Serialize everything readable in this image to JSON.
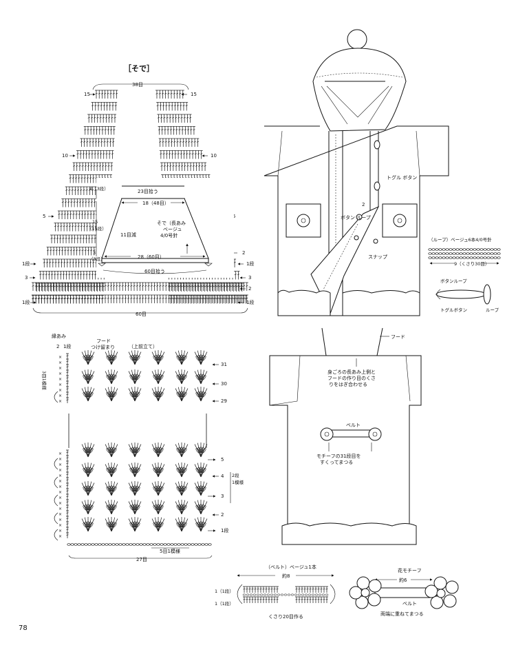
{
  "page_number": "78",
  "sleeve": {
    "heading": "［そで］",
    "top_count": "38目",
    "bottom_count": "60目",
    "row_labels_left": [
      "15",
      "10",
      "5",
      "1段",
      "3",
      "1段"
    ],
    "row_labels_right": [
      "15",
      "10",
      "5",
      "2",
      "1段",
      "3",
      "2",
      "1段"
    ],
    "schematic": {
      "top_pick": "23目拾う",
      "top_width": "18（48目）",
      "upper_height": "4（3段）",
      "mid_height": "15",
      "mid_rows": "（15段）",
      "low_height": "3",
      "low_rows": "（3段）",
      "decrease": "11目減",
      "title_l1": "そで（長あみ",
      "title_l2": "ベージュ",
      "title_l3": "4/0号針",
      "bottom_width": "28（60目）",
      "bottom_pick": "60目拾う"
    }
  },
  "body_chart": {
    "edge_label": "縁あみ",
    "edge_rows": [
      "2",
      "1段"
    ],
    "hood_l1": "フード",
    "hood_l2": "つけ留まり",
    "front_edge": "（上前立て）",
    "repeat_top": "3目1模様",
    "repeat_side_l1": "2段",
    "repeat_side_l2": "1模様",
    "repeat_bottom": "5目1模様",
    "total_bottom": "27目",
    "row_labels": [
      "31",
      "30",
      "29",
      "5",
      "4",
      "3",
      "2",
      "1段"
    ]
  },
  "coat_front": {
    "toggle": "トグル\nボタン",
    "button_loop": "ボタン\nループ",
    "snap": "スナップ",
    "num_2": "2"
  },
  "loop": {
    "title": "（ループ）ベージュ6本4/0号針",
    "length": "9（くさり30目）",
    "button_loop": "ボタンループ",
    "toggle": "トグルボタン",
    "loop": "ループ"
  },
  "coat_back": {
    "hood": "フード",
    "note_l1": "身ごろの長あみ上側と",
    "note_l2": "フードの作り目のくさ",
    "note_l3": "りをはぎ合わせる",
    "belt": "ベルト",
    "motif_l1": "モチーフの31段目を",
    "motif_l2": "すくってまつる"
  },
  "belt": {
    "title": "（ベルト）ベージュ1本",
    "width": "約8",
    "rows": [
      "1（1段）",
      "1（1段）"
    ],
    "chain": "くさり20目作る"
  },
  "flower": {
    "motif": "花モチーフ",
    "width": "約6",
    "belt": "ベルト",
    "note": "両端に重ねてまつる"
  }
}
